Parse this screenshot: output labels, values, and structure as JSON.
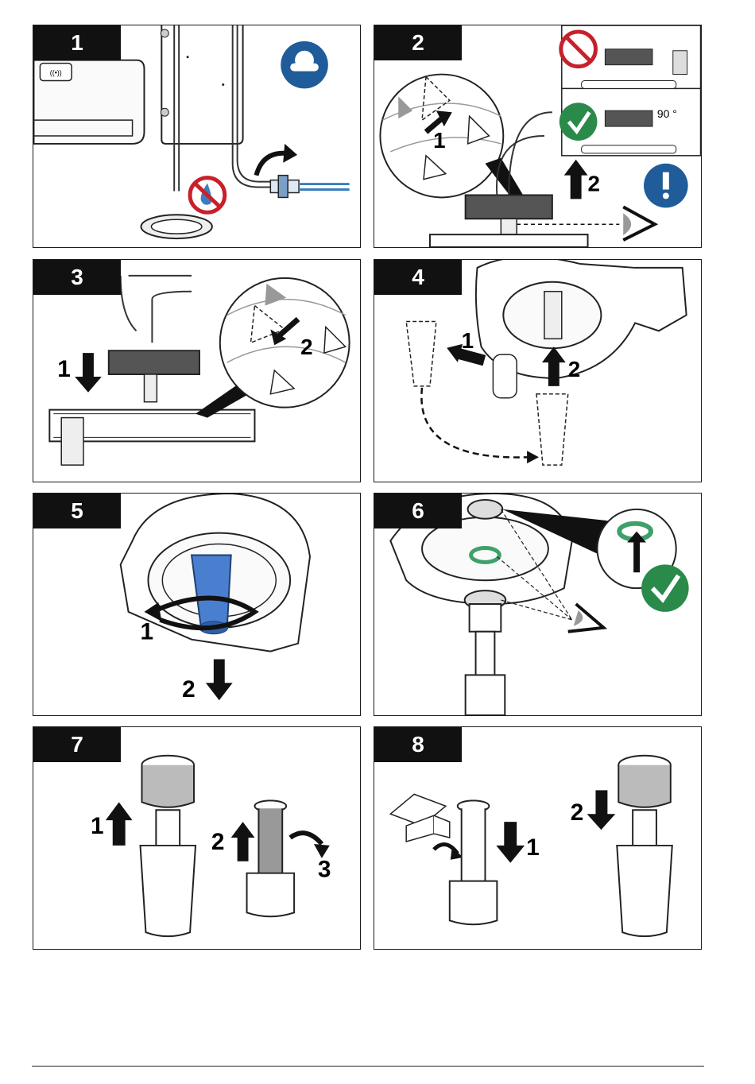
{
  "steps": [
    {
      "number": "1",
      "callouts": []
    },
    {
      "number": "2",
      "callouts": [
        "1",
        "2"
      ],
      "angle_label": "90 °"
    },
    {
      "number": "3",
      "callouts": [
        "1",
        "2"
      ]
    },
    {
      "number": "4",
      "callouts": [
        "1",
        "2"
      ]
    },
    {
      "number": "5",
      "callouts": [
        "1",
        "2"
      ]
    },
    {
      "number": "6",
      "callouts": []
    },
    {
      "number": "7",
      "callouts": [
        "1",
        "2",
        "3"
      ]
    },
    {
      "number": "8",
      "callouts": [
        "1",
        "2"
      ]
    }
  ],
  "colors": {
    "safety_blue": "#1f5c99",
    "prohibit_red": "#c8202b",
    "ok_green": "#2a8a4a",
    "filter_blue": "#4a7fd0",
    "oring_green": "#3fa06a"
  },
  "icons": {
    "eye_protection": "goggles-icon",
    "no_water": "no-water-drop-icon",
    "prohibited": "prohibited-icon",
    "approved": "checkmark-icon",
    "notice": "exclamation-icon",
    "inspect": "eye-inspect-icon"
  }
}
